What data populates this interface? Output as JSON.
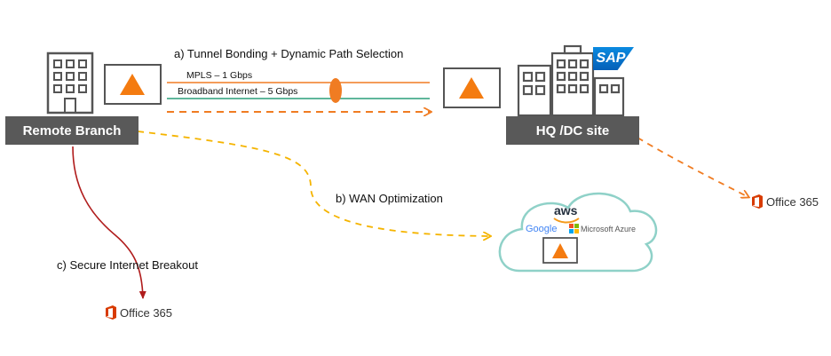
{
  "labels": {
    "remote_branch": "Remote Branch",
    "hq_site": "HQ /DC site"
  },
  "captions": {
    "tunnel_bonding": "a) Tunnel Bonding + Dynamic Path Selection",
    "mpls": "MPLS – 1 Gbps",
    "broadband": "Broadband Internet – 5 Gbps",
    "wan_optimization": "b) WAN Optimization",
    "secure_breakout": "c) Secure Internet Breakout"
  },
  "cloud": {
    "aws": "aws",
    "google": "Google",
    "azure": "Microsoft Azure"
  },
  "logos": {
    "office365_dc": "Office 365",
    "office365_branch": "Office 365",
    "sap": "SAP"
  },
  "icons": [
    "building-icon",
    "appliance-icon",
    "cloud-icon",
    "office365-icon",
    "sap-logo"
  ],
  "colors": {
    "label_bg": "#595959",
    "mpls_line": "#f07c22",
    "broadband_line": "#2a9d7a",
    "tunnel_arrow": "#f07c22",
    "wan_opt_path": "#f5b400",
    "breakout_path": "#b01c1c",
    "cloud_outline": "#8fd1c8",
    "appliance_triangle": "#f47b10"
  }
}
